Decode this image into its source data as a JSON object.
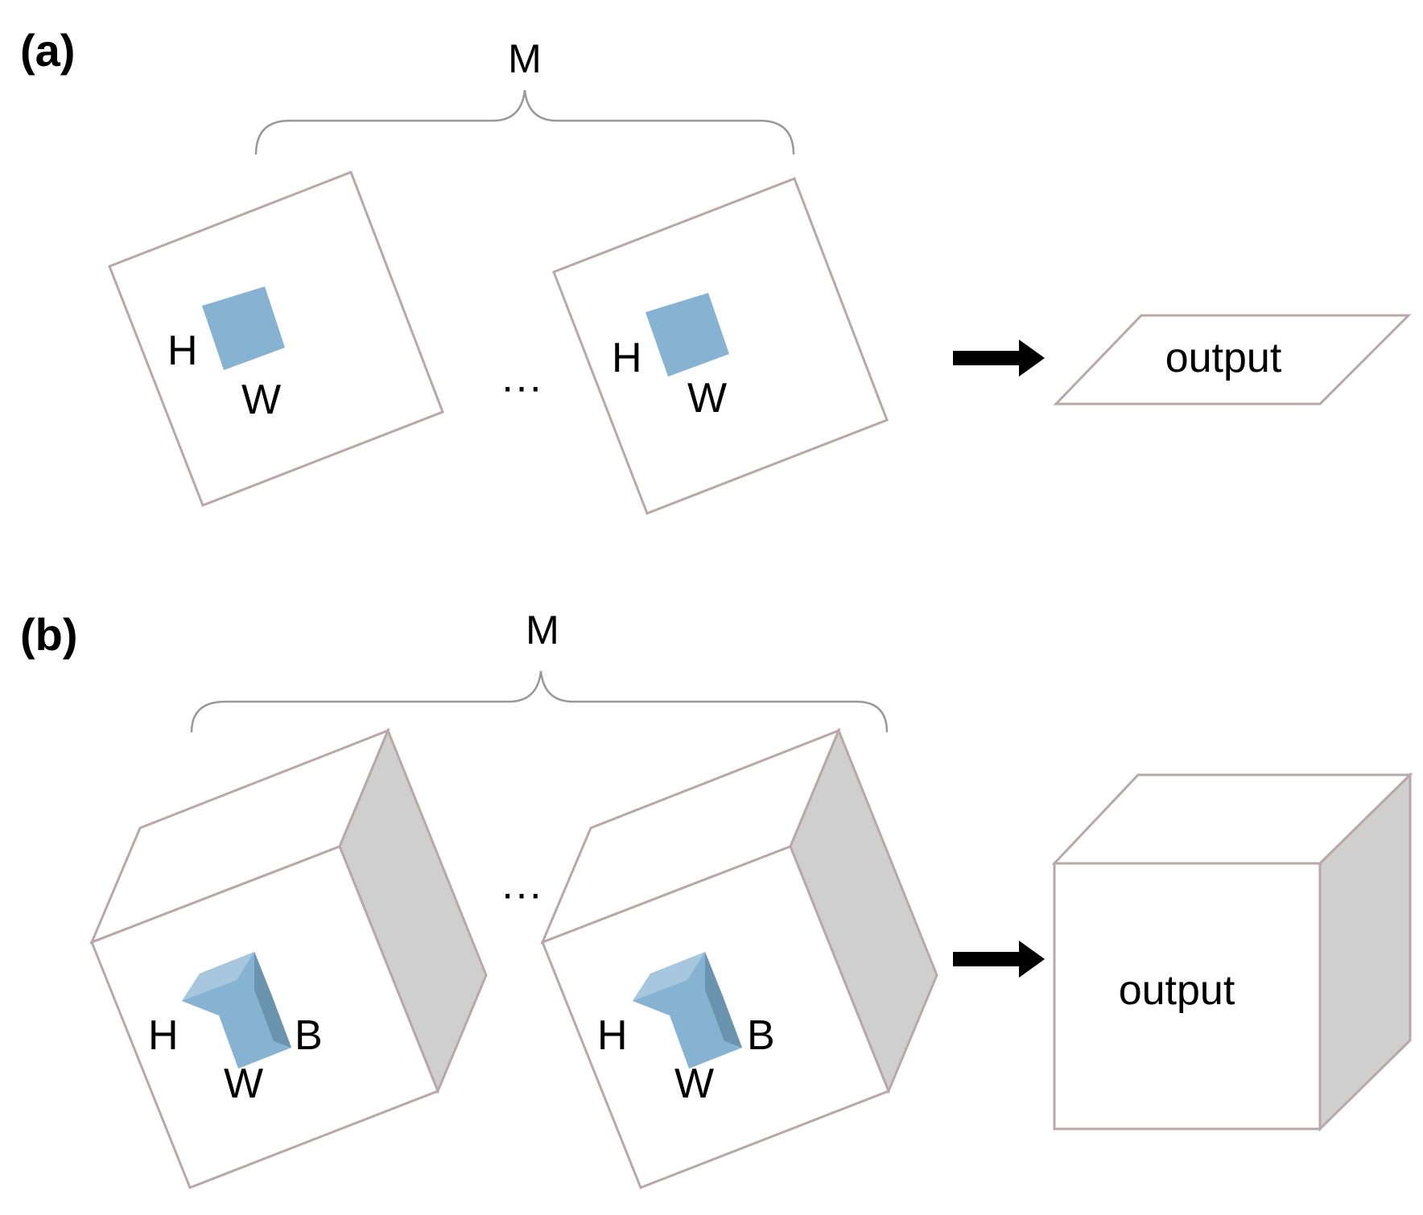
{
  "colors": {
    "kernel_front": "#85b3d1",
    "kernel_top": "#a6c7de",
    "kernel_side": "#6a93ad",
    "frame_stroke": "#b8a8a8",
    "cube_side": "#cfcfcf",
    "arrow": "#000000"
  },
  "panel_a": {
    "label": "(a)",
    "brace_label": "M",
    "ellipsis": "···",
    "dim_h": "H",
    "dim_w": "W",
    "output_label": "output"
  },
  "panel_b": {
    "label": "(b)",
    "brace_label": "M",
    "ellipsis": "···",
    "dim_h": "H",
    "dim_w": "W",
    "dim_b": "B",
    "output_label": "output"
  }
}
